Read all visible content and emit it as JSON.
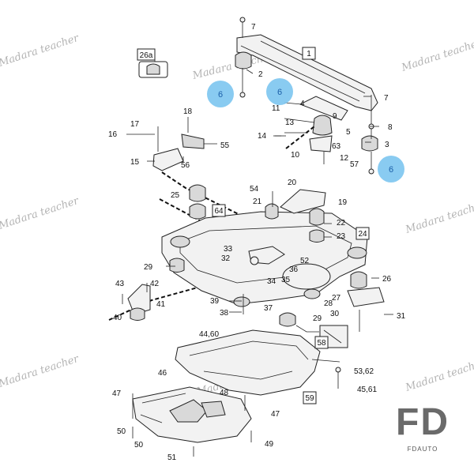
{
  "watermark": {
    "text": "Madara teacher"
  },
  "logo": {
    "main": "FD",
    "sub": "FDAUTO"
  },
  "boxed_labels": [
    "1",
    "24",
    "26a",
    "58",
    "59",
    "64"
  ],
  "highlighted_labels": [
    "6",
    "6",
    "6"
  ],
  "callouts": [
    "2",
    "3",
    "4",
    "5",
    "7",
    "7",
    "8",
    "9",
    "10",
    "11",
    "12",
    "13",
    "14",
    "15",
    "16",
    "17",
    "18",
    "19",
    "20",
    "21",
    "22",
    "23",
    "25",
    "26",
    "27",
    "28",
    "29",
    "29",
    "30",
    "31",
    "32",
    "33",
    "34",
    "35",
    "36",
    "37",
    "38",
    "39",
    "40",
    "41",
    "42",
    "43",
    "44,60",
    "45,61",
    "46",
    "47",
    "47",
    "48",
    "49",
    "50",
    "50",
    "51",
    "52",
    "53,62",
    "54",
    "55",
    "56",
    "57",
    "63"
  ],
  "colors": {
    "highlight": "#7cc5ef",
    "line": "#222222",
    "watermark": "#9a9a9a"
  }
}
